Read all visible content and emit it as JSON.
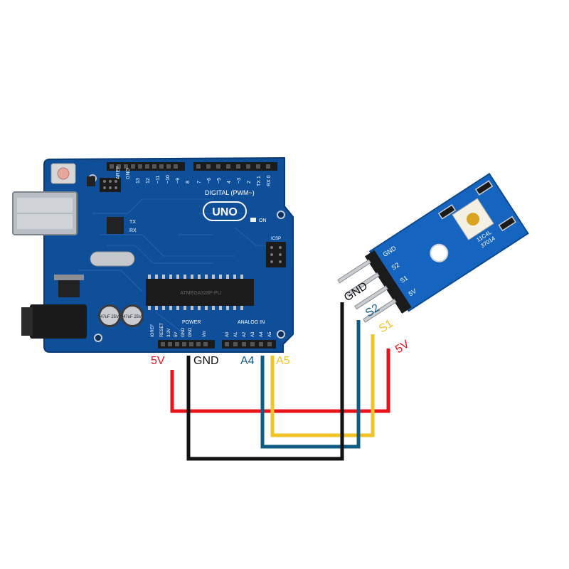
{
  "arduino": {
    "model": "UNO",
    "digital_header": "DIGITAL (PWM~)",
    "power_header": "POWER",
    "analog_header": "ANALOG IN",
    "icsp": "ICSP",
    "on": "ON",
    "tx": "TX",
    "rx": "RX",
    "aref": "AREF",
    "gnd": "GND",
    "digital_pins": [
      "13",
      "12",
      "~11",
      "~10",
      "~9",
      "8",
      "7",
      "~6",
      "~5",
      "4",
      "~3",
      "2",
      "TX 1",
      "RX 0"
    ],
    "power_pins": [
      "IOREF",
      "RESET",
      "3.3V",
      "5V",
      "GND",
      "GND",
      "Vin"
    ],
    "analog_pins": [
      "A0",
      "A1",
      "A2",
      "A3",
      "A4",
      "A5"
    ],
    "chip_text": "ATMEGA328P-PU",
    "capacitor_text": "47uF 25V"
  },
  "sensor": {
    "chip_text_1": "11C4L",
    "chip_text_2": "37014",
    "pins": [
      "GND",
      "S2",
      "S1",
      "5V"
    ]
  },
  "labels": {
    "arduino_5v": "5V",
    "arduino_gnd": "GND",
    "arduino_a4": "A4",
    "arduino_a5": "A5",
    "sensor_gnd": "GND",
    "sensor_s2": "S2",
    "sensor_s1": "S1",
    "sensor_5v": "5V"
  },
  "wires": [
    {
      "from": "5V",
      "to": "5V",
      "color": "#e8141b"
    },
    {
      "from": "GND",
      "to": "GND",
      "color": "#111111"
    },
    {
      "from": "A4",
      "to": "S2",
      "color": "#0e5b86"
    },
    {
      "from": "A5",
      "to": "S1",
      "color": "#f2c327"
    }
  ],
  "colors": {
    "board": "#0f4f9a",
    "board_edge": "#0a3a75",
    "sensor_board": "#1565c0",
    "header": "#1b1b1b",
    "red": "#e8141b",
    "black": "#111111",
    "blue": "#0e5b86",
    "yellow": "#f2c327"
  }
}
